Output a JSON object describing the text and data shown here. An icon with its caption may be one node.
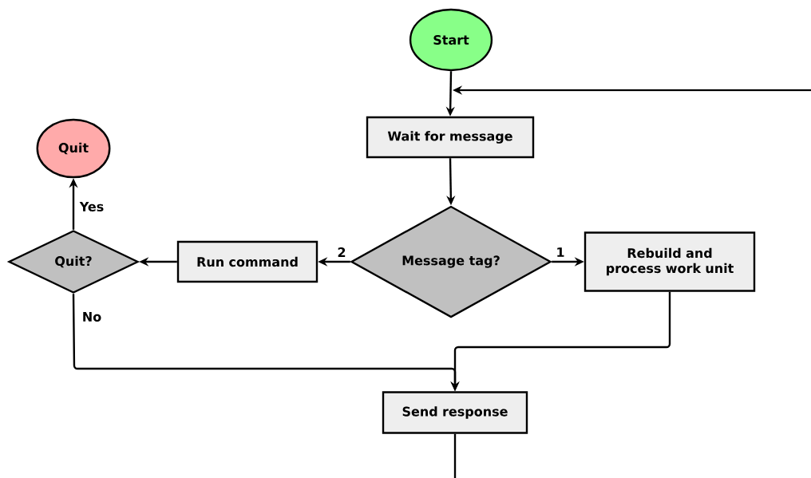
{
  "diagram": {
    "nodes": [
      {
        "text": [
          "Start"
        ]
      },
      {
        "text": [
          "Wait for message"
        ]
      },
      {
        "text": [
          "Message tag?"
        ]
      },
      {
        "text": [
          "Run command"
        ]
      },
      {
        "text": [
          "Rebuild and process work unit"
        ]
      },
      {
        "text": [
          "Quit?"
        ]
      },
      {
        "text": [
          "Quit"
        ]
      },
      {
        "text": [
          "Send response"
        ]
      }
    ],
    "edges": [
      {
        "from": 0,
        "to": 1,
        "arrow": "to"
      },
      {
        "from": 1,
        "to": 2,
        "arrow": "to"
      },
      {
        "from": 2,
        "to": 3,
        "arrow": "to",
        "label": "2"
      },
      {
        "from": 2,
        "to": 4,
        "arrow": "to",
        "label": "1"
      },
      {
        "from": 3,
        "to": 5,
        "arrow": "to"
      },
      {
        "from": 5,
        "to": 6,
        "arrow": "to",
        "label": "Yes"
      },
      {
        "from": 5,
        "to": 7,
        "arrow": "to",
        "label": "No"
      },
      {
        "from": 4,
        "to": 7,
        "arrow": "to"
      },
      {
        "from": 7,
        "to": null,
        "arrow": "none"
      },
      {
        "from": null,
        "to": 1,
        "arrow": "to"
      }
    ]
  }
}
